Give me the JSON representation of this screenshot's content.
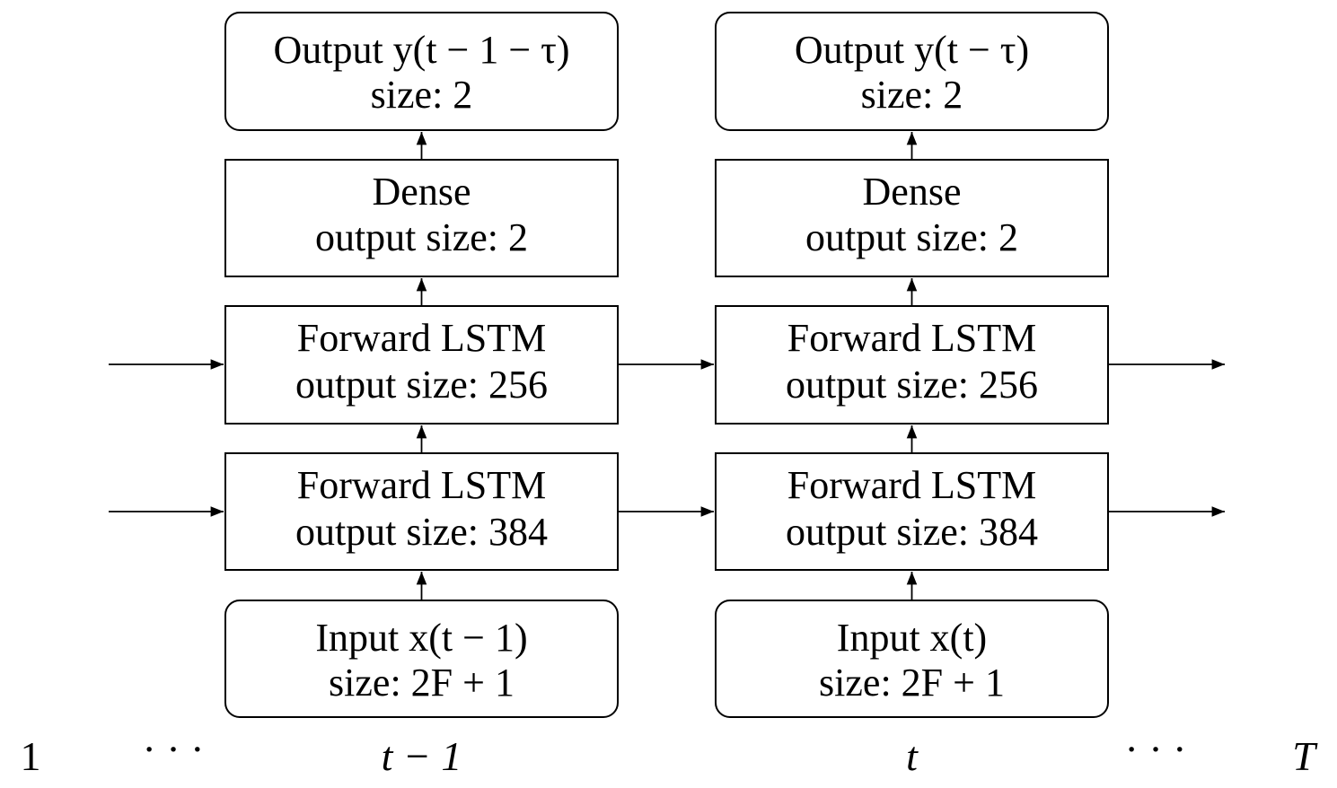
{
  "columns": [
    {
      "name": "t-minus-1",
      "layers": [
        {
          "kind": "output",
          "title": "Output y(t − 1 − τ)",
          "sub": "size: 2"
        },
        {
          "kind": "dense",
          "title": "Dense",
          "sub": "output size: 2"
        },
        {
          "kind": "lstm-top",
          "title": "Forward LSTM",
          "sub": "output size: 256"
        },
        {
          "kind": "lstm-bottom",
          "title": "Forward LSTM",
          "sub": "output size: 384"
        },
        {
          "kind": "input",
          "title": "Input x(t − 1)",
          "sub": "size: 2F + 1"
        }
      ]
    },
    {
      "name": "t",
      "layers": [
        {
          "kind": "output",
          "title": "Output y(t − τ)",
          "sub": "size: 2"
        },
        {
          "kind": "dense",
          "title": "Dense",
          "sub": "output size: 2"
        },
        {
          "kind": "lstm-top",
          "title": "Forward LSTM",
          "sub": "output size: 256"
        },
        {
          "kind": "lstm-bottom",
          "title": "Forward LSTM",
          "sub": "output size: 384"
        },
        {
          "kind": "input",
          "title": "Input x(t)",
          "sub": "size: 2F + 1"
        }
      ]
    }
  ],
  "timeline": {
    "start": "1",
    "ellipsis_left": "· · ·",
    "prev": "t − 1",
    "current": "t",
    "ellipsis_right": "· · ·",
    "end": "T"
  }
}
